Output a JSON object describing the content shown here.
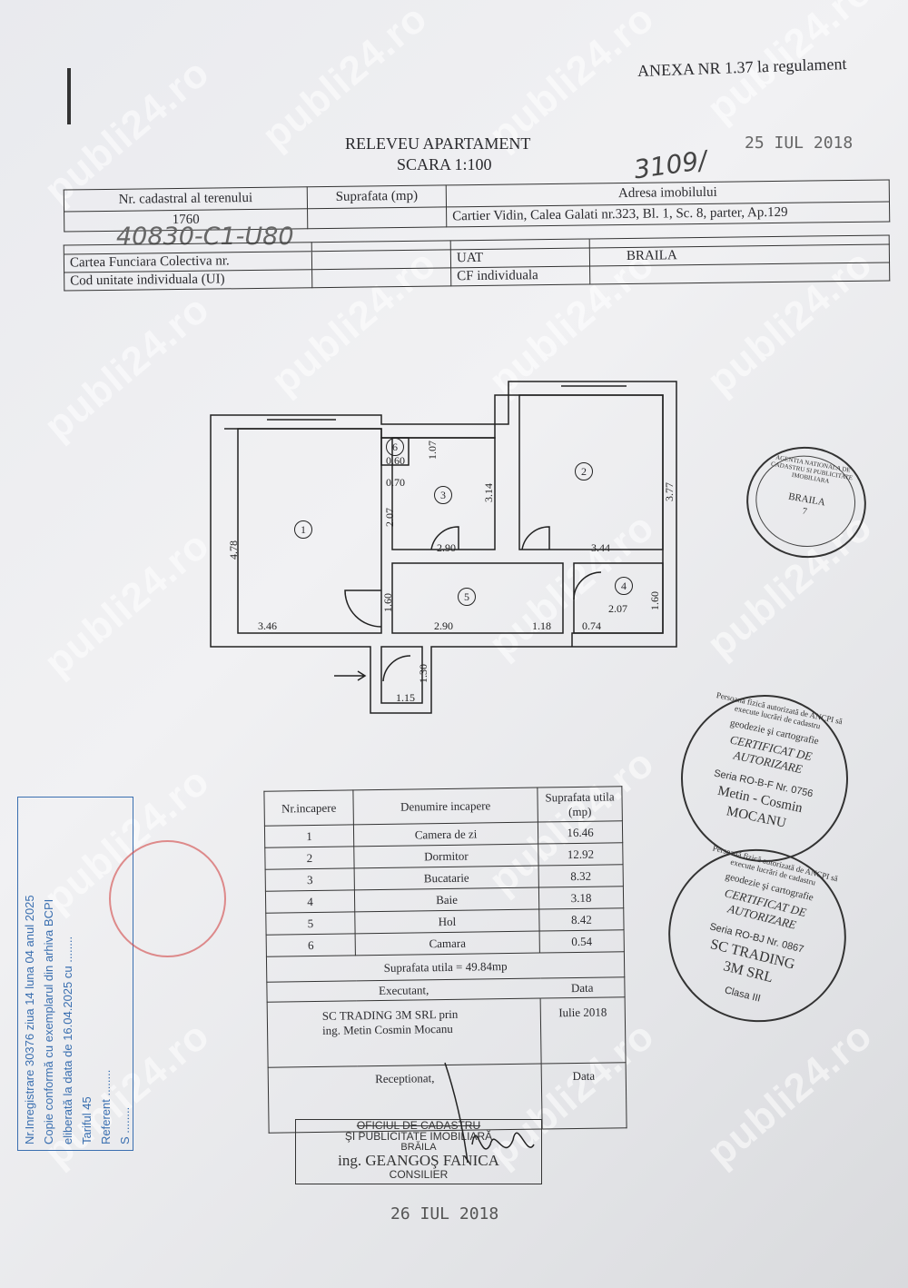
{
  "watermark": "publi24.ro",
  "annex": "ANEXA NR 1.37 la regulament",
  "title": "RELEVEU APARTAMENT",
  "scale": "SCARA 1:100",
  "stamp_date_top": "25 IUL 2018",
  "handwritten_number": "3109/",
  "header_table": {
    "col1": "Nr. cadastral al terenului",
    "col2": "Suprafata (mp)",
    "col3": "Adresa imobilului",
    "cadastral_nr": "1760",
    "surface": "",
    "address": "Cartier Vidin, Calea Galati nr.323, Bl. 1, Sc. 8, parter, Ap.129"
  },
  "handwritten_cf": "40830-C1-U80",
  "info_table": {
    "cf_collective_label": "Cartea Funciara Colectiva nr.",
    "cf_collective_value": "",
    "ui_code_label": "Cod unitate individuala (UI)",
    "ui_code_value": "",
    "uat_label": "UAT",
    "uat_value": "BRAILA",
    "cf_individual_label": "CF individuala",
    "cf_individual_value": ""
  },
  "plan": {
    "rooms": [
      "1",
      "2",
      "3",
      "4",
      "5",
      "6"
    ],
    "dims": [
      "4.78",
      "3.46",
      "2.07",
      "0.70",
      "0.60",
      "1.07",
      "3.14",
      "2.90",
      "3.77",
      "3.44",
      "1.60",
      "2.90",
      "1.18",
      "0.74",
      "2.07",
      "1.60",
      "1.30",
      "1.15"
    ]
  },
  "rooms_table": {
    "h_nr": "Nr.incapere",
    "h_name": "Denumire incapere",
    "h_area": "Suprafata utila (mp)",
    "rows": [
      {
        "nr": "1",
        "name": "Camera de zi",
        "area": "16.46"
      },
      {
        "nr": "2",
        "name": "Dormitor",
        "area": "12.92"
      },
      {
        "nr": "3",
        "name": "Bucatarie",
        "area": "8.32"
      },
      {
        "nr": "4",
        "name": "Baie",
        "area": "3.18"
      },
      {
        "nr": "5",
        "name": "Hol",
        "area": "8.42"
      },
      {
        "nr": "6",
        "name": "Camara",
        "area": "0.54"
      }
    ],
    "total": "Suprafata utila = 49.84mp",
    "executant_label": "Executant,",
    "data_label": "Data",
    "executant_line1": "SC TRADING 3M SRL prin",
    "executant_line2": "ing. Metin Cosmin Mocanu",
    "executant_date": "Iulie 2018",
    "receptionat_label": "Receptionat,",
    "data_label2": "Data"
  },
  "ocpi_stamp": {
    "line1": "OFICIUL DE CADASTRU",
    "line2": "ŞI PUBLICITATE IMOBILIARĂ",
    "line3": "BRĂILA",
    "line4": "ing. GEANGOŞ FANICA",
    "line5": "CONSILIER"
  },
  "stamp_date_bottom": "26 IUL 2018",
  "blue_stamp": {
    "l1": "Nr.Inregistrare 30376 ziua 14 luna 04 anul 2025",
    "l2": "Copie conformă cu exemplarul din arhiva BCPI",
    "l3": "eliberată la data de 16.04.2025 cu ........",
    "l4": "Tariful 45",
    "l5": "Referent ........",
    "l6": "S ........"
  },
  "cert_stamp_1": {
    "ring": "Persoană fizică autorizată de ANCPI să execute lucrări de cadastru",
    "l1": "geodezie şi cartografie",
    "l2": "CERTIFICAT DE AUTORIZARE",
    "l3": "Seria RO-B-F Nr. 0756",
    "l4": "Metin - Cosmin",
    "l5": "MOCANU"
  },
  "cert_stamp_2": {
    "l1": "geodezie şi cartografie",
    "l2": "CERTIFICAT DE AUTORIZARE",
    "l3": "Seria RO-BJ Nr. 0867",
    "l4": "SC TRADING",
    "l5": "3M SRL",
    "l6": "Clasa III"
  },
  "ancpi_stamp": {
    "l1": "AGENTIA NATIONALA DE CADASTRU SI PUBLICITATE IMOBILIARA",
    "l2": "BRAILA",
    "l3": "7"
  }
}
